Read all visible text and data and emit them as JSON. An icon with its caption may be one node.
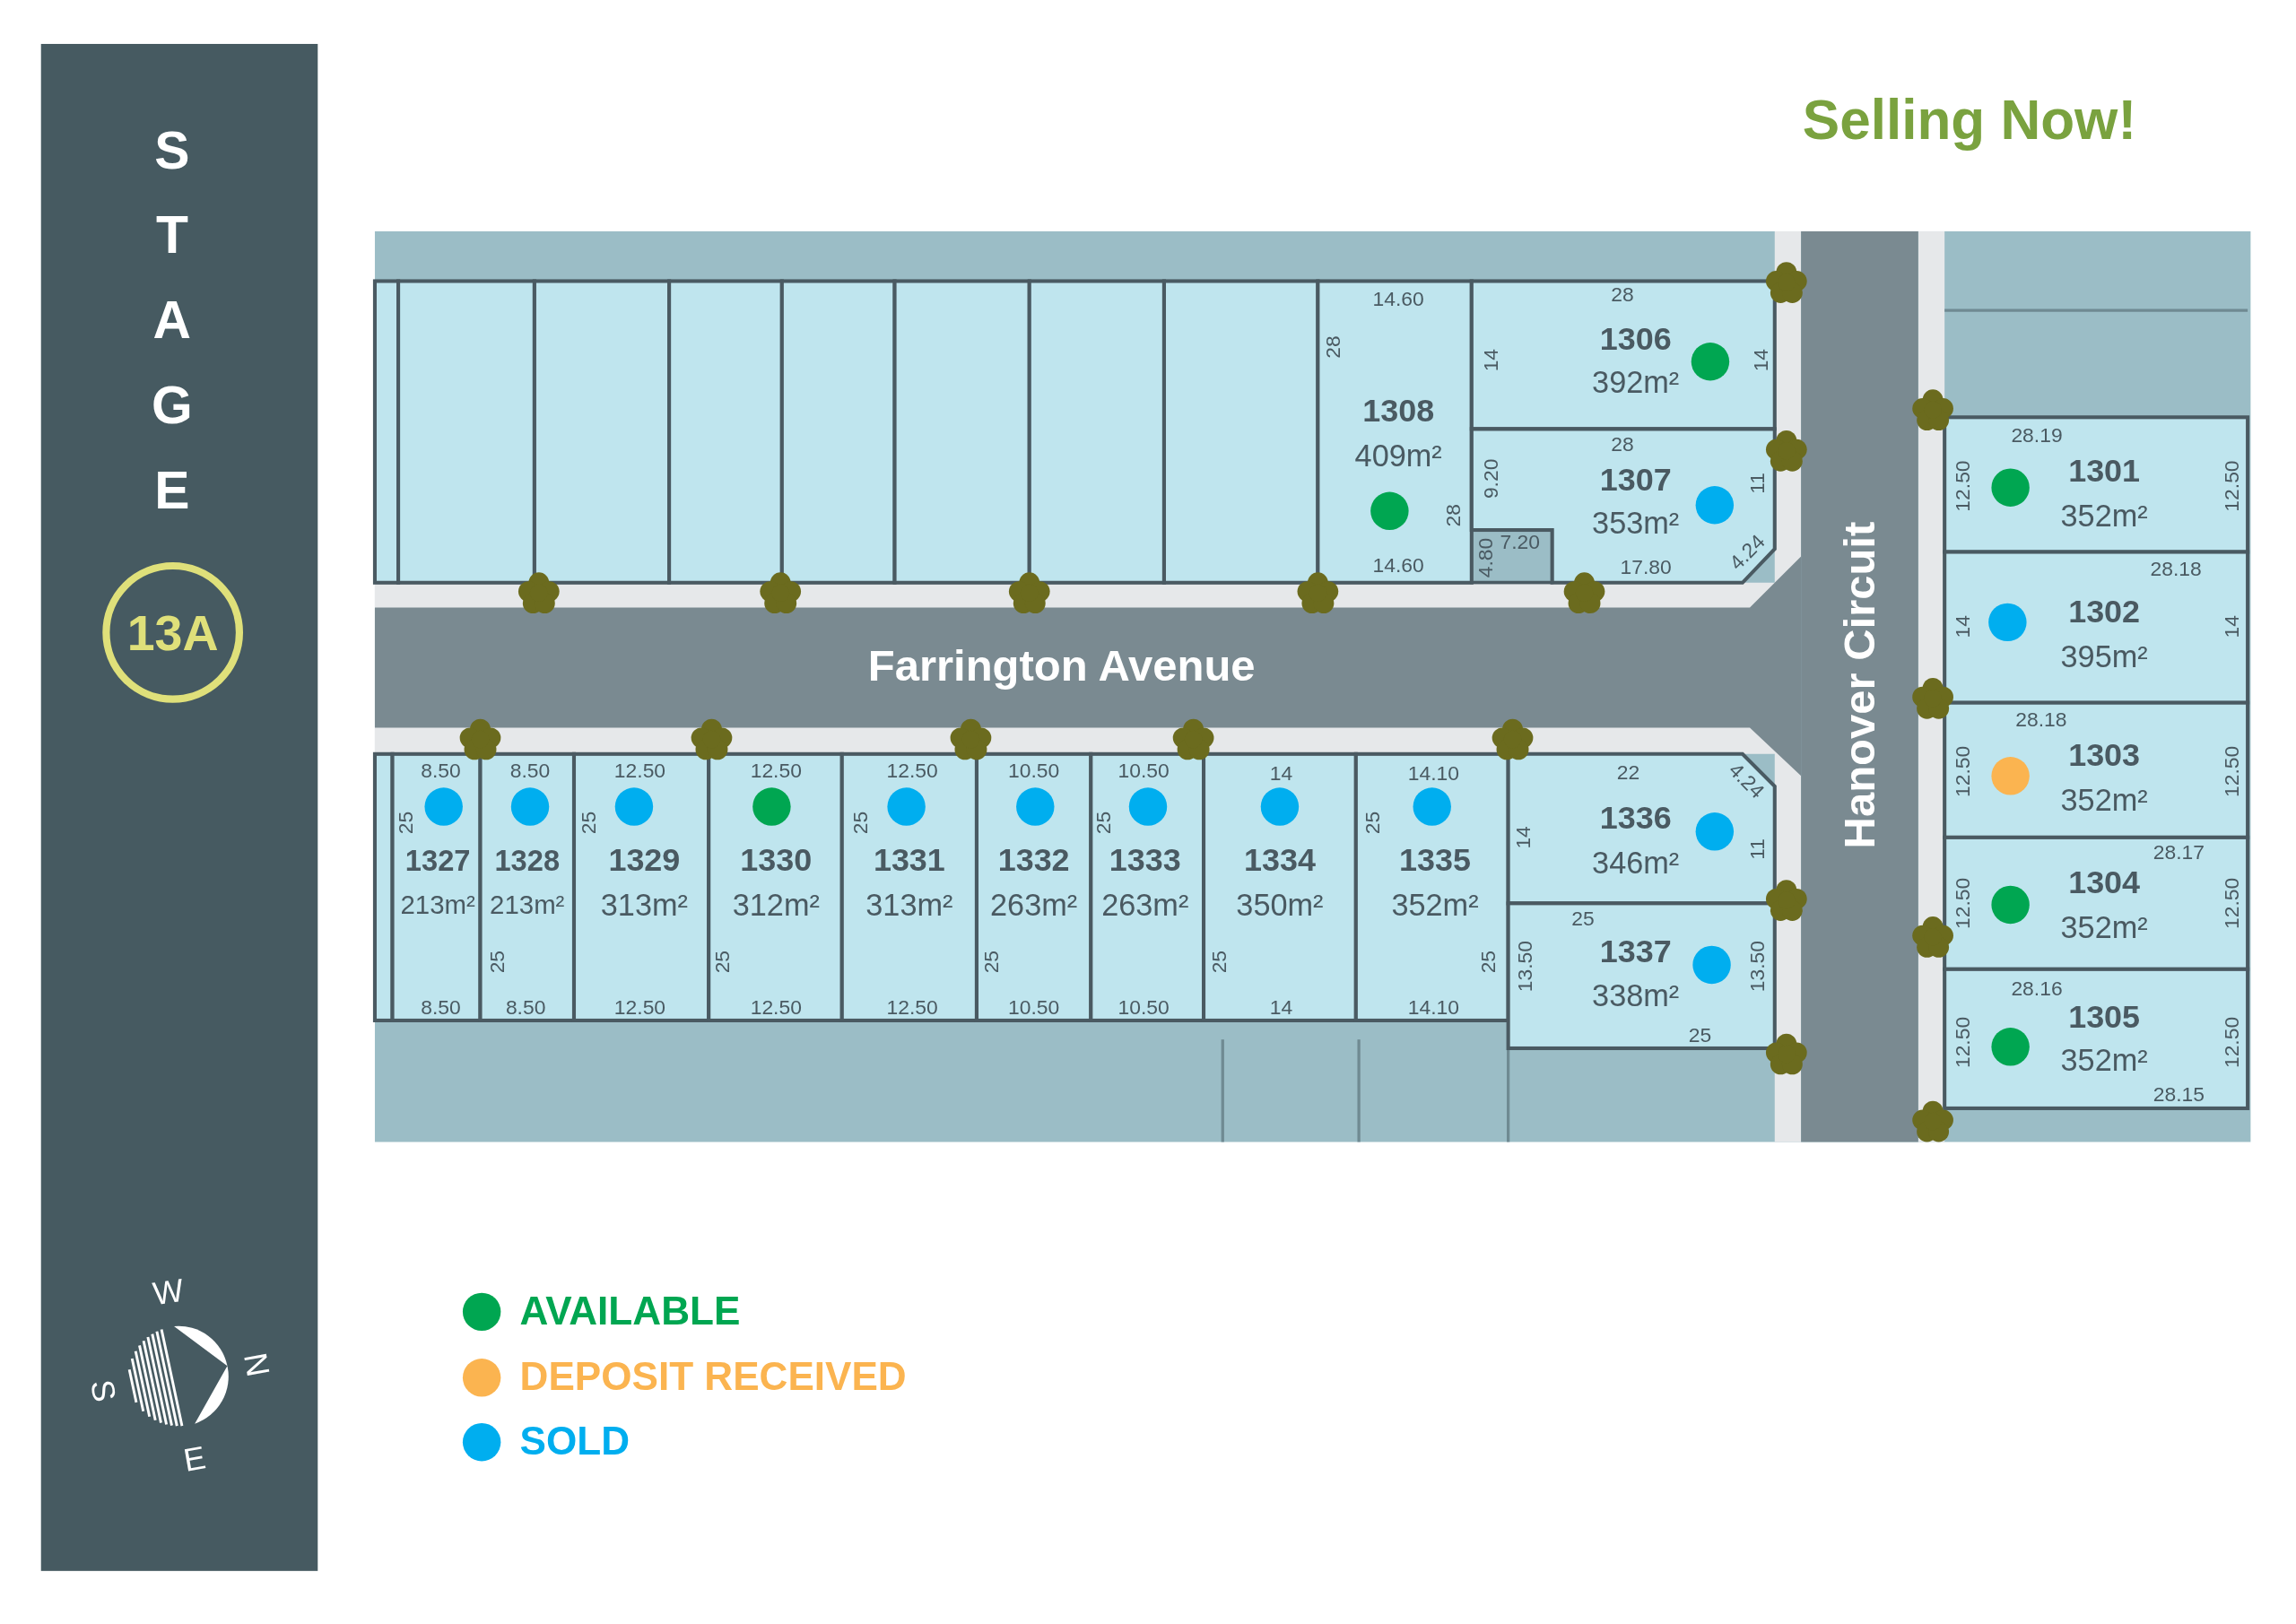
{
  "diagram": {
    "title": "Selling Now!",
    "nodes": [
      {
        "text": [],
        "shape": "box"
      },
      {
        "text": [],
        "shape": "box"
      },
      {
        "text": [],
        "shape": "box"
      },
      {
        "text": [],
        "shape": "box"
      },
      {
        "text": [],
        "shape": "box"
      },
      {
        "text": [],
        "shape": "box"
      },
      {
        "text": [],
        "shape": "box"
      },
      {
        "text": [],
        "shape": "box"
      },
      {
        "text": [
          "1308",
          "409m²"
        ]
      },
      {
        "text": [
          "1306",
          "392m²"
        ]
      },
      {
        "text": [
          "1307",
          "353m²"
        ]
      },
      {
        "text": [],
        "shape": "box"
      },
      {
        "text": [
          "1327",
          "213m²"
        ]
      },
      {
        "text": [
          "1328",
          "213m²"
        ]
      },
      {
        "text": [
          "1329",
          "313m²"
        ]
      },
      {
        "text": [
          "1330",
          "312m²"
        ]
      },
      {
        "text": [
          "1331",
          "313m²"
        ]
      },
      {
        "text": [
          "1332",
          "263m²"
        ]
      },
      {
        "text": [
          "1333",
          "263m²"
        ]
      },
      {
        "text": [
          "1334",
          "350m²"
        ]
      },
      {
        "text": [
          "1335",
          "352m²"
        ]
      },
      {
        "text": [
          "1336",
          "346m²"
        ]
      },
      {
        "text": [
          "1337",
          "338m²"
        ]
      },
      {
        "text": [
          "1301",
          "352m²"
        ]
      },
      {
        "text": [
          "1302",
          "395m²"
        ]
      },
      {
        "text": [
          "1303",
          "352m²"
        ]
      },
      {
        "text": [
          "1304",
          "352m²"
        ]
      },
      {
        "text": [
          "1305",
          "352m²"
        ]
      }
    ],
    "labels": [
      "STAGE",
      "13A",
      "Farrington Avenue",
      "Hanover Circuit",
      "14.60",
      "28",
      "28",
      "14",
      "14",
      "28",
      "9.20",
      "11",
      "28",
      "7.20",
      "4.80",
      "4.24",
      "14.60",
      "17.80",
      "8.50",
      "8.50",
      "12.50",
      "12.50",
      "12.50",
      "10.50",
      "10.50",
      "14",
      "14.10",
      "22",
      "4.24",
      "25",
      "25",
      "25",
      "25",
      "25",
      "14",
      "11",
      "25",
      "25",
      "25",
      "25",
      "25",
      "25",
      "13.50",
      "13.50",
      "8.50",
      "8.50",
      "12.50",
      "12.50",
      "12.50",
      "10.50",
      "10.50",
      "14",
      "14.10",
      "25",
      "28.19",
      "12.50",
      "12.50",
      "28.18",
      "14",
      "14",
      "28.18",
      "12.50",
      "12.50",
      "28.17",
      "12.50",
      "12.50",
      "28.16",
      "12.50",
      "12.50",
      "28.15",
      "W",
      "N",
      "S",
      "E"
    ],
    "legend": [
      {
        "text": "AVAILABLE",
        "color": "#00a651"
      },
      {
        "text": "DEPOSIT RECEIVED",
        "color": "#fbb450"
      },
      {
        "text": "SOLD",
        "color": "#00aeef"
      }
    ]
  }
}
